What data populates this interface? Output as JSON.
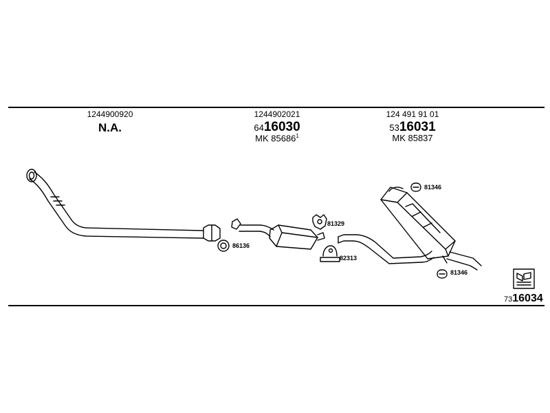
{
  "columns": [
    {
      "part_number": "1244900920",
      "na_label": "N.A."
    },
    {
      "part_number": "1244902021",
      "code_prefix": "64",
      "code_main": "16030",
      "mk_label": "MK 85686",
      "mk_sup": "1"
    },
    {
      "part_number": "124 491 91 01",
      "code_prefix": "53",
      "code_main": "16031",
      "mk_label": "MK 85837"
    }
  ],
  "refs": {
    "r86136": "86136",
    "r81329": "81329",
    "r82313": "82313",
    "r81346_top": "81346",
    "r81346_bottom": "81346"
  },
  "footer": {
    "code_prefix": "73",
    "code_main": "16034"
  }
}
